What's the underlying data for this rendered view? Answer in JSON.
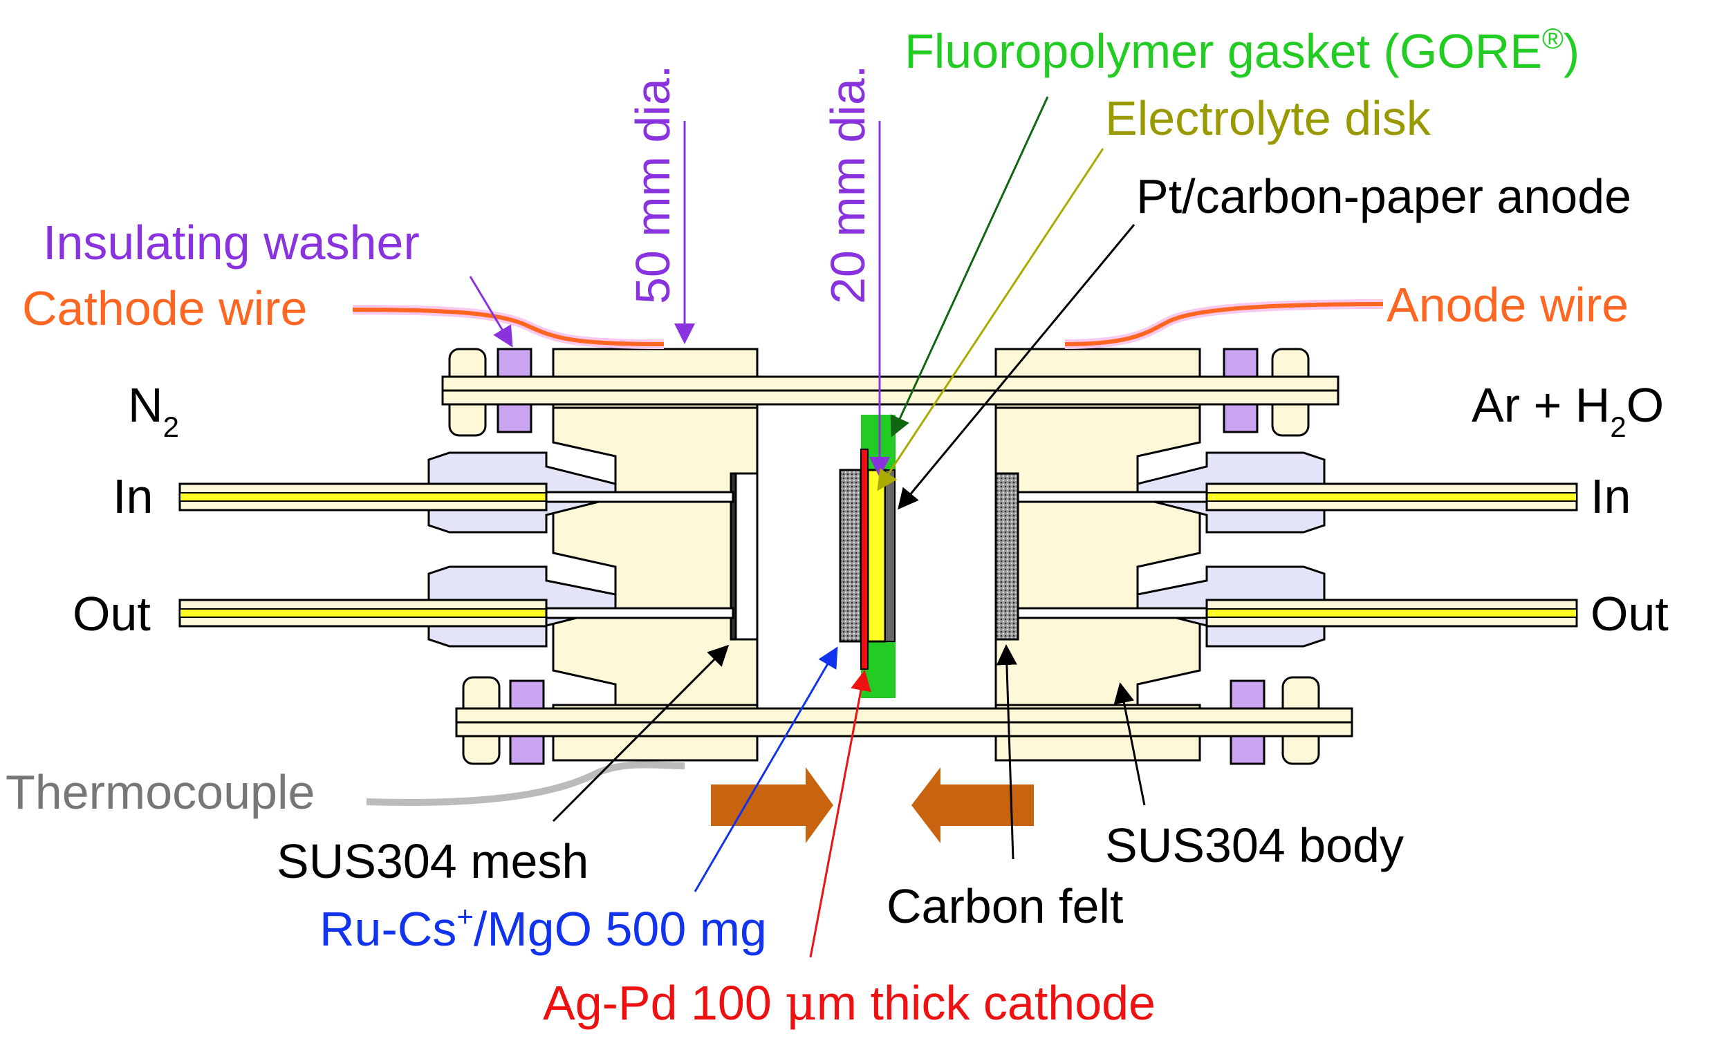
{
  "labels": {
    "gasket_main": "Fluoropolymer gasket (GORE",
    "gasket_reg": "®",
    "gasket_close": ")",
    "electrolyte_disk": "Electrolyte disk",
    "anode": "Pt/carbon-paper  anode",
    "insulating_washer": "Insulating washer",
    "cathode_wire": "Cathode wire",
    "anode_wire": "Anode wire",
    "dia_50": "50 mm dia.",
    "dia_20": "20 mm dia.",
    "n2_main": "N",
    "n2_sub": "2",
    "ar_main": "Ar + H",
    "ar_sub": "2",
    "ar_end": "O",
    "left_in": "In",
    "left_out": "Out",
    "right_in": "In",
    "right_out": "Out",
    "thermocouple": "Thermocouple",
    "sus_mesh": "SUS304 mesh",
    "sus_body": "SUS304 body",
    "carbon_felt": "Carbon felt",
    "catalyst_main": "Ru-Cs",
    "catalyst_sup": "+",
    "catalyst_end": "/MgO 500 mg",
    "cathode_main": "Ag-Pd 100 ",
    "cathode_mu": "μ",
    "cathode_end": "m thick cathode"
  },
  "colors": {
    "gasket": "#22cc22",
    "electrolyte": "#999900",
    "purple": "#8833dd",
    "orange": "#ff6622",
    "blue": "#1133ee",
    "red": "#ee1111",
    "gray": "#777777",
    "body_fill": "#fdf8d8",
    "fitting_fill": "#e4e4f8",
    "washer_fill": "#c9a4f0",
    "yellow": "#ffff22",
    "brown": "#c8640f"
  }
}
